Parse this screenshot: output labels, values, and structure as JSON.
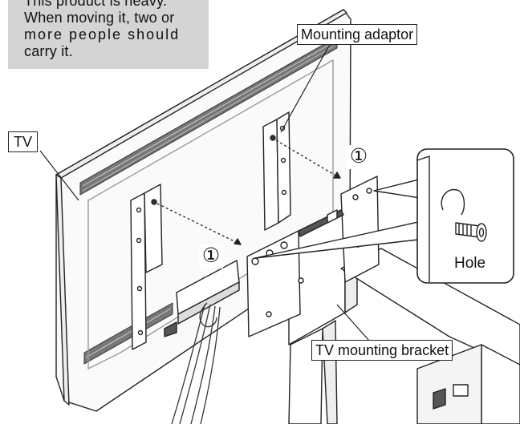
{
  "warning": {
    "line1": "This product is heavy.",
    "line2": "When moving it, two or",
    "line3": "more people should",
    "line4": "carry it."
  },
  "labels": {
    "tv": "TV",
    "mounting_adaptor": "Mounting adaptor",
    "hole": "Hole",
    "tv_mounting_bracket": "TV mounting bracket"
  },
  "step_markers": {
    "upper": "①",
    "lower": "①"
  }
}
